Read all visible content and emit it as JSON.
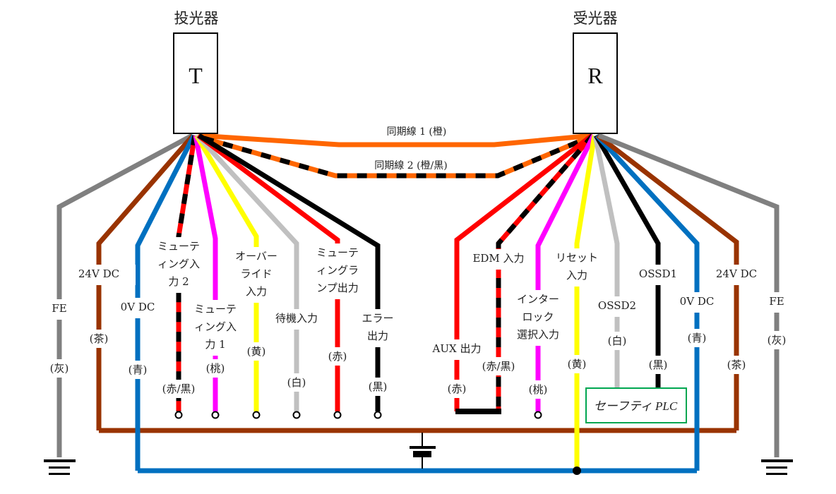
{
  "emitter": {
    "title": "投光器",
    "letter": "T"
  },
  "receiver": {
    "title": "受光器",
    "letter": "R"
  },
  "sync_lines": [
    {
      "label": "同期線 1 (橙)",
      "color": "#ff6600",
      "stripe": null
    },
    {
      "label": "同期線 2 (橙/黒)",
      "color": "#ff6600",
      "stripe": "#000000"
    }
  ],
  "emitter_wires": [
    {
      "id": "fe",
      "name_lines": [
        "FE"
      ],
      "color_label": "(灰)",
      "color": "#808080",
      "stripe": null,
      "terminal": "ground"
    },
    {
      "id": "24v",
      "name_lines": [
        "24V DC"
      ],
      "color_label": "(茶)",
      "color": "#993300",
      "stripe": null,
      "terminal": "bus-24v"
    },
    {
      "id": "0v",
      "name_lines": [
        "0V DC"
      ],
      "color_label": "(青)",
      "color": "#0070c0",
      "stripe": null,
      "terminal": "bus-0v"
    },
    {
      "id": "muting2",
      "name_lines": [
        "ミューテ",
        "ィング入",
        "力 2"
      ],
      "color_label": "(赤/黒)",
      "color": "#ff0000",
      "stripe": "#000000",
      "terminal": "open"
    },
    {
      "id": "muting1",
      "name_lines": [
        "ミューテ",
        "ィング入",
        "力 1"
      ],
      "color_label": "(桃)",
      "color": "#ff00ff",
      "stripe": null,
      "terminal": "open"
    },
    {
      "id": "override",
      "name_lines": [
        "オーバー",
        "ライド",
        "入力"
      ],
      "color_label": "(黄)",
      "color": "#ffff00",
      "stripe": null,
      "terminal": "open"
    },
    {
      "id": "standby",
      "name_lines": [
        "待機入力"
      ],
      "color_label": "(白)",
      "color": "#c0c0c0",
      "stripe": null,
      "terminal": "open"
    },
    {
      "id": "mutinglamp",
      "name_lines": [
        "ミューテ",
        "ィングラ",
        "ンプ出力"
      ],
      "color_label": "(赤)",
      "color": "#ff0000",
      "stripe": null,
      "terminal": "open"
    },
    {
      "id": "error",
      "name_lines": [
        "エラー",
        "出力"
      ],
      "color_label": "(黒)",
      "color": "#000000",
      "stripe": null,
      "terminal": "open"
    }
  ],
  "receiver_wires": [
    {
      "id": "aux",
      "name_lines": [
        "AUX 出力"
      ],
      "color_label": "(赤)",
      "color": "#ff0000",
      "stripe": null,
      "terminal": "edm-loop"
    },
    {
      "id": "edm",
      "name_lines": [
        "EDM 入力"
      ],
      "color_label": "(赤/黒)",
      "color": "#ff0000",
      "stripe": "#000000",
      "terminal": "edm-loop"
    },
    {
      "id": "interlock",
      "name_lines": [
        "インター",
        "ロック",
        "選択入力"
      ],
      "color_label": "(桃)",
      "color": "#ff00ff",
      "stripe": null,
      "terminal": "open"
    },
    {
      "id": "reset",
      "name_lines": [
        "リセット",
        "入力"
      ],
      "color_label": "(黄)",
      "color": "#ffff00",
      "stripe": null,
      "terminal": "bus-0v"
    },
    {
      "id": "ossd2",
      "name_lines": [
        "OSSD2"
      ],
      "color_label": "(白)",
      "color": "#c0c0c0",
      "stripe": null,
      "terminal": "plc"
    },
    {
      "id": "ossd1",
      "name_lines": [
        "OSSD1"
      ],
      "color_label": "(黒)",
      "color": "#000000",
      "stripe": null,
      "terminal": "plc"
    },
    {
      "id": "0v",
      "name_lines": [
        "0V DC"
      ],
      "color_label": "(青)",
      "color": "#0070c0",
      "stripe": null,
      "terminal": "bus-0v"
    },
    {
      "id": "24v",
      "name_lines": [
        "24V DC"
      ],
      "color_label": "(茶)",
      "color": "#993300",
      "stripe": null,
      "terminal": "bus-24v"
    },
    {
      "id": "fe",
      "name_lines": [
        "FE"
      ],
      "color_label": "(灰)",
      "color": "#808080",
      "stripe": null,
      "terminal": "ground"
    }
  ],
  "safety_plc": {
    "label": "セーフティ PLC",
    "border_color": "#00a650"
  },
  "power_supply": {
    "symbol": "dc-power-source"
  }
}
